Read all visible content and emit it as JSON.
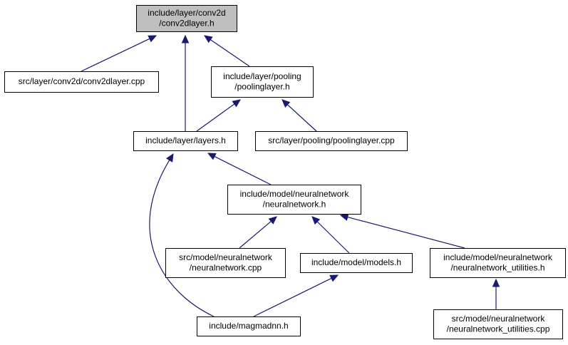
{
  "colors": {
    "edge": "#191970",
    "border": "#000000",
    "focus_fill": "#bfbfbf",
    "node_fill": "#ffffff"
  },
  "nodes": [
    {
      "id": "conv2dlayer_h",
      "lines": [
        "include/layer/conv2d",
        "/conv2dlayer.h"
      ],
      "focus": true
    },
    {
      "id": "conv2dlayer_cpp",
      "lines": [
        "src/layer/conv2d/conv2dlayer.cpp"
      ],
      "focus": false
    },
    {
      "id": "poolinglayer_h",
      "lines": [
        "include/layer/pooling",
        "/poolinglayer.h"
      ],
      "focus": false
    },
    {
      "id": "layers_h",
      "lines": [
        "include/layer/layers.h"
      ],
      "focus": false
    },
    {
      "id": "poolinglayer_cpp",
      "lines": [
        "src/layer/pooling/poolinglayer.cpp"
      ],
      "focus": false
    },
    {
      "id": "neuralnetwork_h",
      "lines": [
        "include/model/neuralnetwork",
        "/neuralnetwork.h"
      ],
      "focus": false
    },
    {
      "id": "neuralnetwork_cpp",
      "lines": [
        "src/model/neuralnetwork",
        "/neuralnetwork.cpp"
      ],
      "focus": false
    },
    {
      "id": "models_h",
      "lines": [
        "include/model/models.h"
      ],
      "focus": false
    },
    {
      "id": "nn_utilities_h",
      "lines": [
        "include/model/neuralnetwork",
        "/neuralnetwork_utilities.h"
      ],
      "focus": false
    },
    {
      "id": "magmadnn_h",
      "lines": [
        "include/magmadnn.h"
      ],
      "focus": false
    },
    {
      "id": "nn_utilities_cpp",
      "lines": [
        "src/model/neuralnetwork",
        "/neuralnetwork_utilities.cpp"
      ],
      "focus": false
    }
  ],
  "edges": [
    {
      "from": "conv2dlayer_h",
      "to": "conv2dlayer_cpp"
    },
    {
      "from": "conv2dlayer_h",
      "to": "layers_h"
    },
    {
      "from": "conv2dlayer_h",
      "to": "poolinglayer_h"
    },
    {
      "from": "poolinglayer_h",
      "to": "layers_h"
    },
    {
      "from": "poolinglayer_h",
      "to": "poolinglayer_cpp"
    },
    {
      "from": "layers_h",
      "to": "neuralnetwork_h"
    },
    {
      "from": "layers_h",
      "to": "magmadnn_h"
    },
    {
      "from": "neuralnetwork_h",
      "to": "neuralnetwork_cpp"
    },
    {
      "from": "neuralnetwork_h",
      "to": "models_h"
    },
    {
      "from": "neuralnetwork_h",
      "to": "nn_utilities_h"
    },
    {
      "from": "models_h",
      "to": "magmadnn_h"
    },
    {
      "from": "nn_utilities_h",
      "to": "nn_utilities_cpp"
    }
  ]
}
